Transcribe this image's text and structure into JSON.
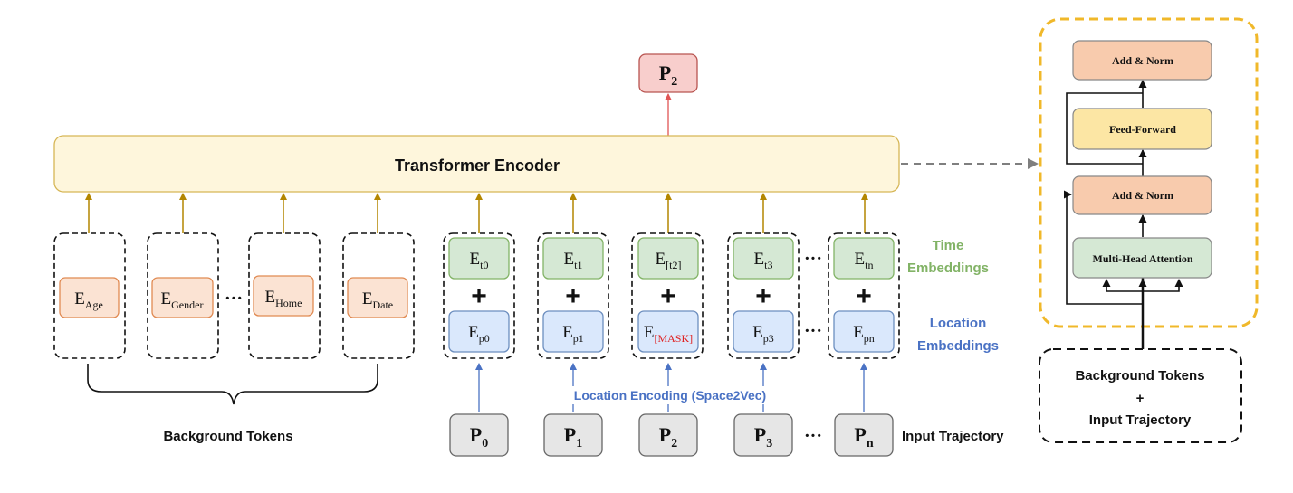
{
  "main": {
    "encoder_label": "Transformer Encoder",
    "output_token": {
      "main": "P",
      "sub": "2"
    },
    "background_embeddings": [
      {
        "main": "E",
        "sub": "Age"
      },
      {
        "main": "E",
        "sub": "Gender"
      },
      {
        "main": "E",
        "sub": "Home"
      },
      {
        "main": "E",
        "sub": "Date"
      }
    ],
    "background_dots": "···",
    "background_tokens_label": "Background Tokens",
    "time_embeddings": [
      {
        "main": "E",
        "sub": "t0"
      },
      {
        "main": "E",
        "sub": "t1"
      },
      {
        "main": "E",
        "sub": "[t2]"
      },
      {
        "main": "E",
        "sub": "t3"
      },
      {
        "main": "E",
        "sub": "tn"
      }
    ],
    "plus_sign": "+",
    "location_embeddings": [
      {
        "main": "E",
        "sub": "p0"
      },
      {
        "main": "E",
        "sub": "p1"
      },
      {
        "main": "E",
        "sub": "[MASK]"
      },
      {
        "main": "E",
        "sub": "p3"
      },
      {
        "main": "E",
        "sub": "pn"
      }
    ],
    "row_dots": "···",
    "time_embeddings_label": [
      "Time",
      "Embeddings"
    ],
    "location_embeddings_label": [
      "Location",
      "Embeddings"
    ],
    "location_encoding_label": "Location Encoding (Space2Vec)",
    "input_points": [
      {
        "main": "P",
        "sub": "0"
      },
      {
        "main": "P",
        "sub": "1"
      },
      {
        "main": "P",
        "sub": "2"
      },
      {
        "main": "P",
        "sub": "3"
      },
      {
        "main": "P",
        "sub": "n"
      }
    ],
    "input_trajectory_label": "Input Trajectory"
  },
  "detail": {
    "add_norm_top": "Add & Norm",
    "feed_forward": "Feed-Forward",
    "add_norm_bottom": "Add & Norm",
    "attention": "Multi-Head Attention",
    "input_label": [
      "Background Tokens",
      "+",
      "Input Trajectory"
    ]
  },
  "colors": {
    "encoder_fill": "#fef6dc",
    "encoder_stroke": "#d6b656",
    "orange_fill": "#fbe3d3",
    "orange_stroke": "#e08a52",
    "green_fill": "#d5e8d4",
    "green_stroke": "#82b366",
    "blue_fill": "#dae8fc",
    "blue_stroke": "#6c8ebf",
    "red_fill": "#f8cecc",
    "red_stroke": "#b85450",
    "gray_fill": "#e6e6e6",
    "gray_stroke": "#666666",
    "gold_arrow": "#b38600",
    "blue_arrow": "#4a72c4",
    "red_arrow": "#e05555",
    "green_text": "#82b366",
    "blue_text": "#4a72c4",
    "mask_red": "#e02020",
    "yellow_border": "#f0b82a",
    "addnorm_fill": "#f8cbad",
    "ff_fill": "#fce6a4",
    "mha_fill": "#d5e8d4"
  }
}
